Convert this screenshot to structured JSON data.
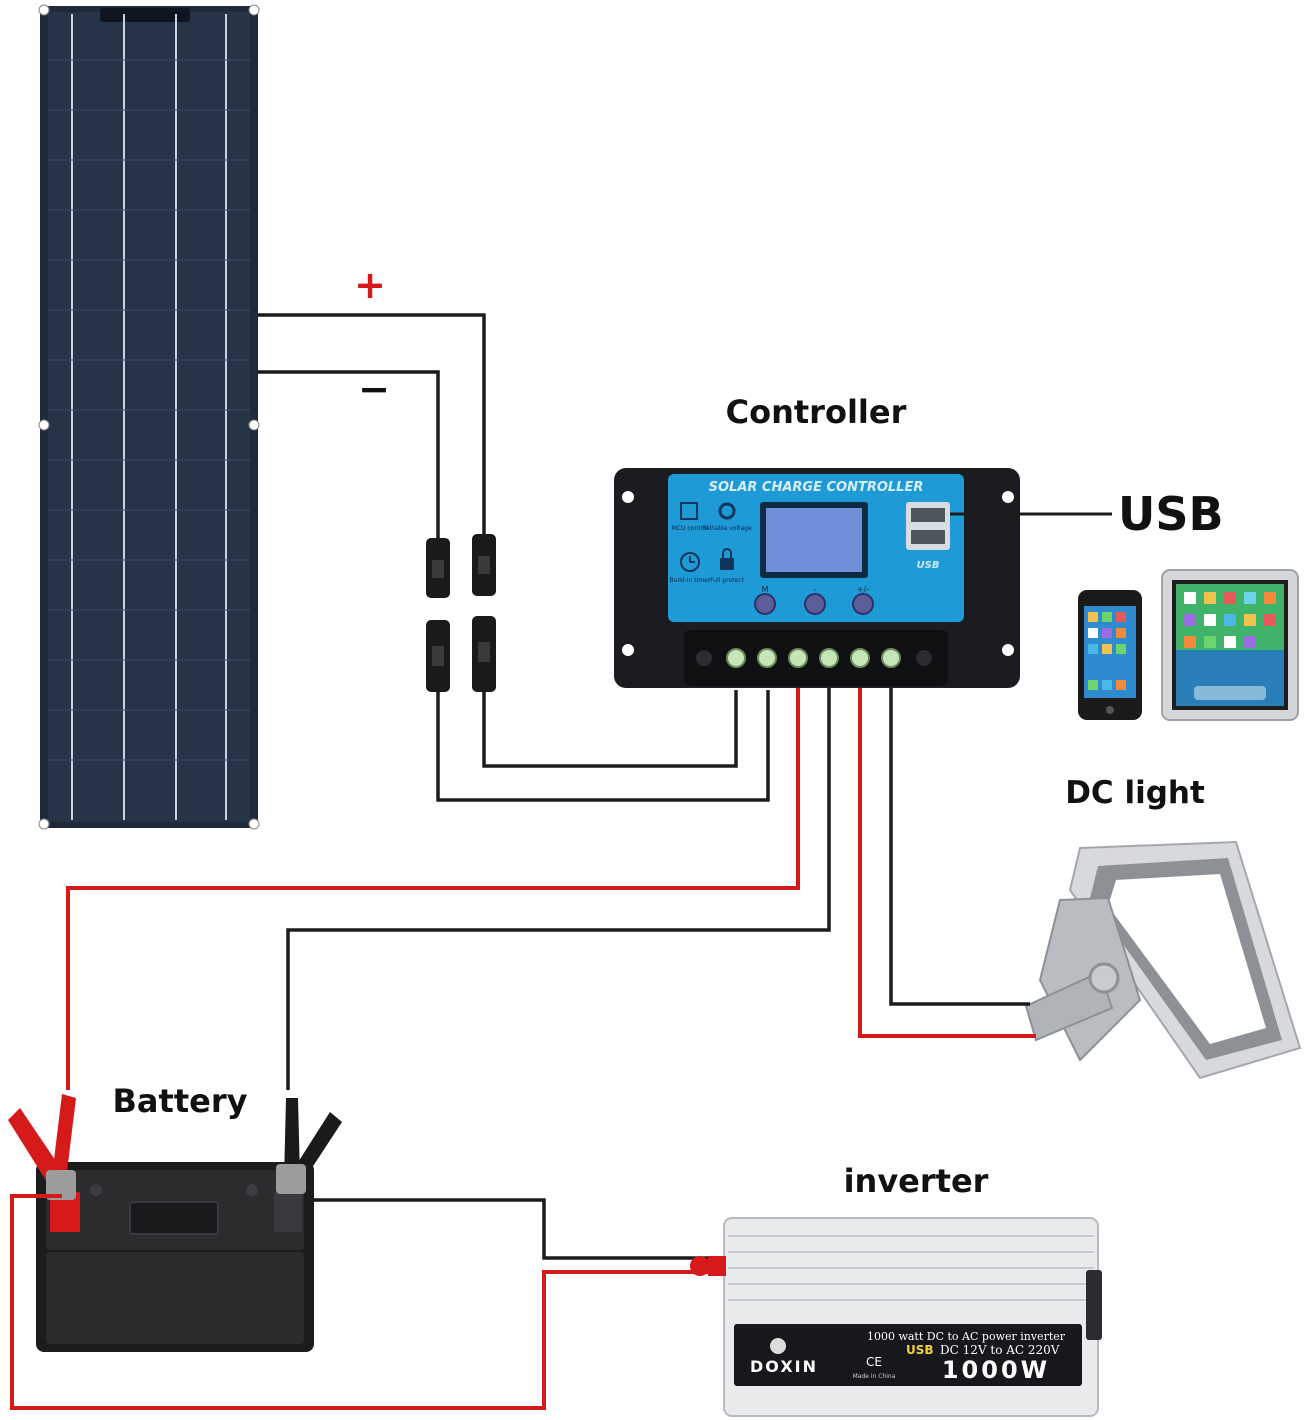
{
  "labels": {
    "plus": "+",
    "minus": "−",
    "controller": "Controller",
    "usb": "USB",
    "dc_light": "DC light",
    "battery": "Battery",
    "inverter": "inverter"
  },
  "controller_device": {
    "panel_title": "SOLAR CHARGE CONTROLLER",
    "icon_captions": [
      "MCU control",
      "Settable voltage",
      "Build-in timer",
      "Full protect"
    ],
    "button_labels": [
      "M",
      "-",
      "+/-"
    ],
    "usb_badge": "USB"
  },
  "inverter_device": {
    "brand": "DOXIN",
    "line1": "1000 watt DC to AC power inverter",
    "line2_usb": "USB",
    "line2_rest": "DC 12V to AC 220V",
    "ce": "CE",
    "made_in": "Made in China",
    "power": "1000W"
  },
  "colors": {
    "wire_red": "#d61a1a",
    "wire_black": "#1c1c1c",
    "controller_blue": "#1e9ad6",
    "panel_dark": "#1f2a3a"
  }
}
